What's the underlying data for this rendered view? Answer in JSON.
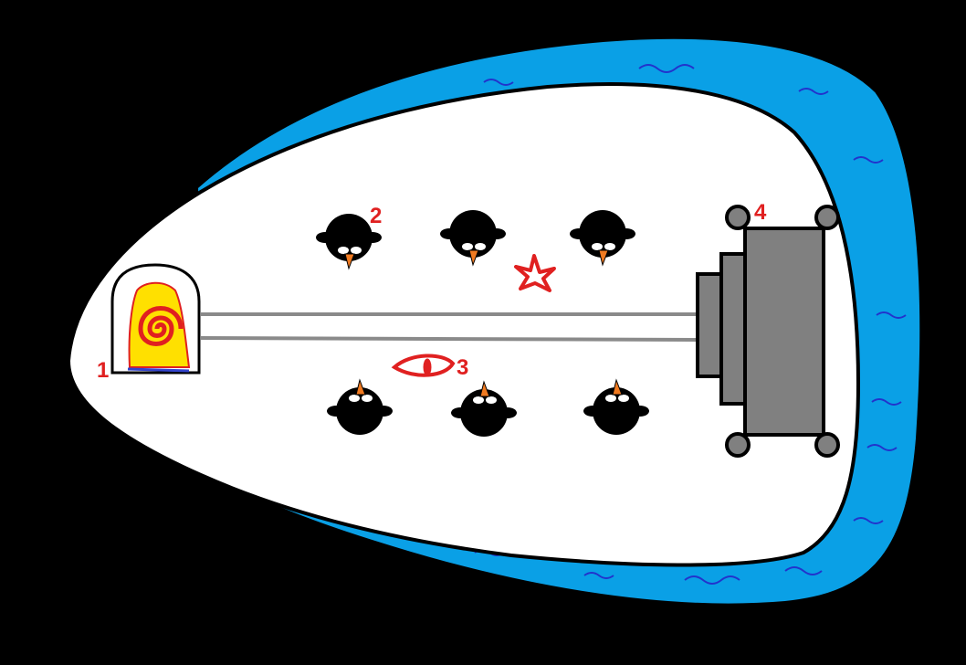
{
  "colors": {
    "background": "#000000",
    "water": "#0aa0e6",
    "water_waves": "#2233cc",
    "ice": "#ffffff",
    "outline": "#000000",
    "marker": "#e02020",
    "portal_fill": "#ffe000",
    "portal_spiral": "#e02020",
    "carpet": "#8a8a8a",
    "throne": "#808080",
    "beak": "#f07a20"
  },
  "markers": [
    {
      "id": "1",
      "label": "1"
    },
    {
      "id": "2",
      "label": "2"
    },
    {
      "id": "3",
      "label": "3"
    },
    {
      "id": "4",
      "label": "4"
    }
  ],
  "icons": {
    "portal": "swirl-portal-icon",
    "star": "red-star-icon",
    "eye": "red-eye-icon",
    "throne": "throne-icon",
    "penguin": "penguin-icon"
  }
}
